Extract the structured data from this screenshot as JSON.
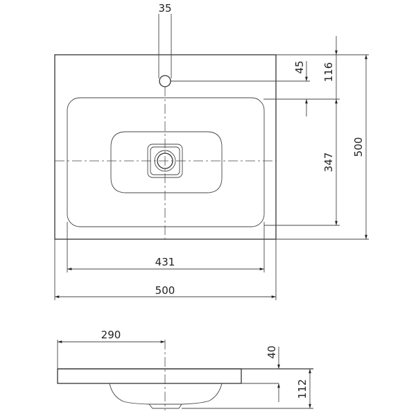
{
  "drawing": {
    "top_view": {
      "tap_hole_width": "35",
      "tap_hole_offset": "45",
      "back_to_basin": "116",
      "basin_depth": "347",
      "total_depth": "500",
      "basin_width": "431",
      "total_width": "500"
    },
    "side_view": {
      "drain_offset": "290",
      "slab_thickness": "40",
      "total_height": "112"
    }
  }
}
